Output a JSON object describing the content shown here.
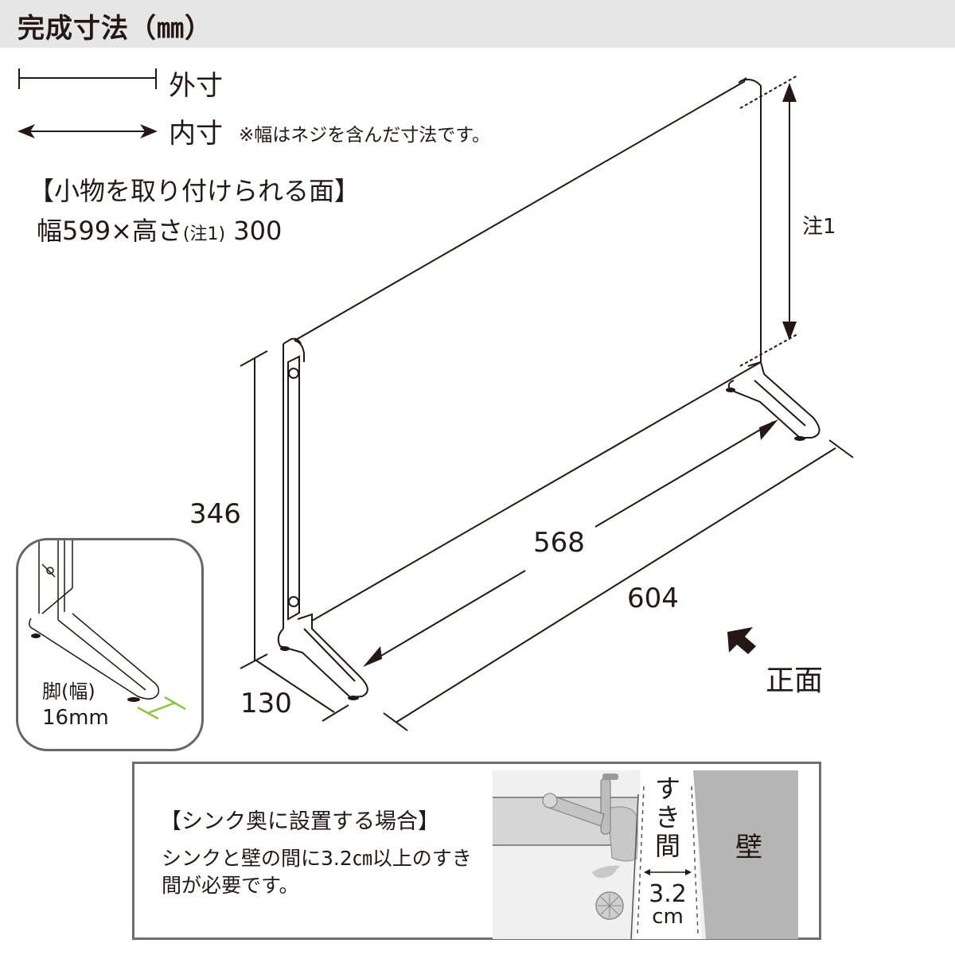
{
  "header": {
    "title": "完成寸法（㎜）"
  },
  "legend": {
    "outer_label": "外寸",
    "inner_label": "内寸",
    "note": "※幅はネジを含んだ寸法です。"
  },
  "mountable_surface": {
    "title": "【小物を取り付けられる面】",
    "dims_prefix": "幅599×高さ",
    "dims_note": "(注1)",
    "dims_value": " 300"
  },
  "dimensions": {
    "height_outer": "346",
    "depth_outer": "130",
    "width_inner": "568",
    "width_outer": "604",
    "note1_label": "注1",
    "front_label": "正面"
  },
  "leg_inset": {
    "label": "脚(幅)",
    "value": "16mm",
    "accent_color": "#8cc63f"
  },
  "sink_info": {
    "title": "【シンク奥に設置する場合】",
    "description": "シンクと壁の間に3.2㎝以上のすき間が必要です。",
    "gap_label_chars": [
      "す",
      "き",
      "間"
    ],
    "gap_value": "3.2",
    "gap_unit": "cm",
    "wall_label": "壁"
  },
  "colors": {
    "line": "#231815",
    "header_bg": "#e6e6e6",
    "frame": "#666666",
    "wall": "#b5b5b5",
    "counter": "#e0e0e0"
  }
}
